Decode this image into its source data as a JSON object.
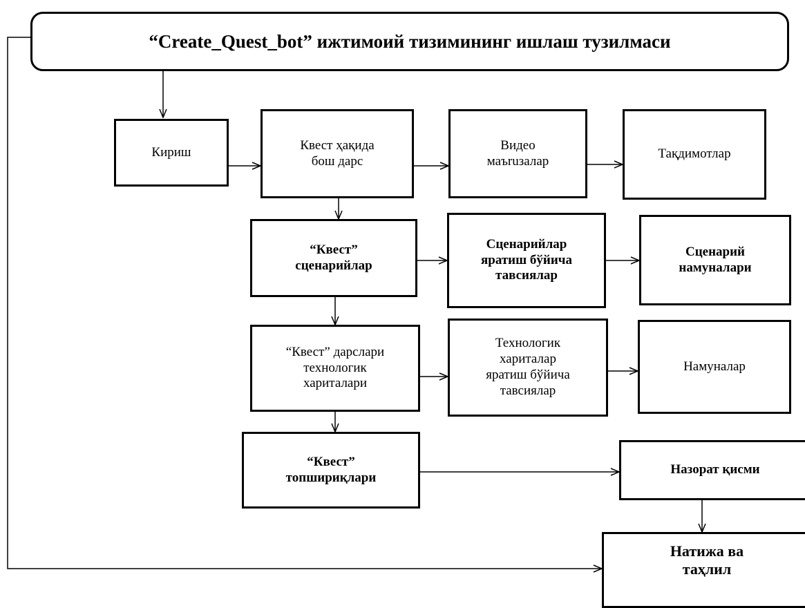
{
  "title": "“Create_Quest_bot” ижтимоий тизимининг ишлаш тузилмаси",
  "nodes": {
    "kirish": "Кириш",
    "intro_lesson": "Квест ҳақида\nбош дарс",
    "video": "Видео\nмаъruзалар",
    "presentations": "Тақдимотлар",
    "scenarios": "“Квест”\nсценарийлар",
    "scenario_recs": "Сценарийлар\nяратиш бўйича\nтавсиялар",
    "scenario_samples": "Сценарий\nнамуналари",
    "tech_maps": "“Квест” дарслари\nтехнологик\nхариталари",
    "tech_map_recs": "Технологик\nхариталар\nяратиш бўйича\nтавсиялар",
    "samples": "Намуналар",
    "tasks": "“Квест”\nтопшириқлари",
    "control": "Назорат қисми",
    "result": "Натижа ва\nтаҳлил"
  }
}
